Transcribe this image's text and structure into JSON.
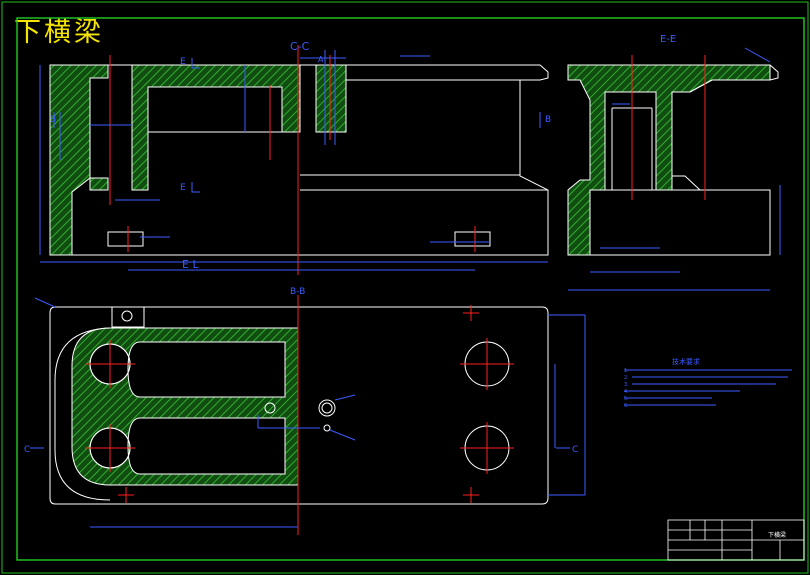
{
  "title": "下横梁",
  "view_labels": {
    "section_cc": "C-C",
    "section_ee": "E-E",
    "section_bb": "B-B"
  },
  "marks": {
    "e_left": "E",
    "e_right": "E",
    "b_left": "B",
    "b_right": "B",
    "c_top": "C",
    "c_bottom": "C",
    "ec_dim": "E  L",
    "a_label": "A"
  },
  "tech_requirements": {
    "heading": "技术要求",
    "lines": [
      "1.",
      "2.",
      "3.",
      "4.",
      "5.",
      "6."
    ]
  },
  "title_block": {
    "part_name": "下横梁"
  },
  "colors": {
    "outline": "#ffffff",
    "dimension": "#3b5bff",
    "centerline": "#ff2020",
    "hatch": "#1f7a1f",
    "frame": "#20c020",
    "title": "#f5e400"
  }
}
